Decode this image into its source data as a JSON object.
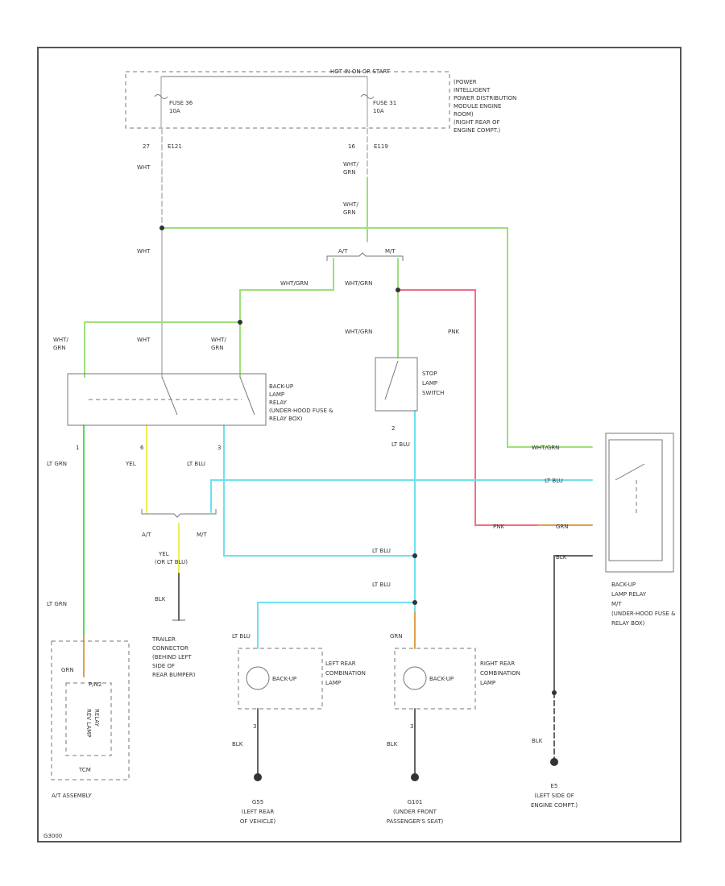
{
  "colors": {
    "wht": "#c8c8c8",
    "wht_grn": "#9de07a",
    "lt_grn": "#5bd75b",
    "lt_blu": "#6fe0f0",
    "pnk": "#ef6f8a",
    "yel": "#eeee55",
    "grn": "#e0a04c",
    "blk": "#555555"
  },
  "fuse_box": {
    "header": "HOT IN ON OR START",
    "fuse_a": [
      "FUSE 36",
      "10A"
    ],
    "fuse_b": [
      "FUSE 31",
      "10A"
    ],
    "label": [
      "(POWER",
      "INTELLIGENT",
      "POWER DISTRIBUTION",
      "MODULE ENGINE",
      "ROOM)",
      "(RIGHT REAR OF",
      "ENGINE COMPT.)"
    ]
  },
  "pins": {
    "left_pin": "27",
    "left_conn": "E121",
    "right_pin": "16",
    "right_conn": "E119",
    "relay_out_1": "1",
    "relay_out_2": "6",
    "relay_out_3": "3",
    "stop_out": "2",
    "bulb_l": "3",
    "bulb_r": "3"
  },
  "wires": {
    "wht_1": "WHT",
    "wht_grn_1": [
      "WHT/",
      "GRN"
    ],
    "wht_grn_2": [
      "WHT/",
      "GRN"
    ],
    "wht_2": "WHT",
    "wht_grn_3": "WHT/GRN",
    "wht_grn_4": "WHT/GRN",
    "wht_grn_5": [
      "WHT/",
      "GRN"
    ],
    "wht_3": "WHT",
    "wht_grn_6": [
      "WHT/",
      "GRN"
    ],
    "wht_grn_7": "WHT/GRN",
    "pnk": "PNK",
    "lt_grn_1": "LT GRN",
    "yel": "YEL",
    "lt_blu_1": "LT BLU",
    "lt_blu_2": "LT BLU",
    "wht_grn_8": "WHT/GRN",
    "lt_blu_3": "LT BLU",
    "pnk_2": "PNK",
    "grn": "GRN",
    "blk_1": "BLK",
    "lt_blu_4": "LT BLU",
    "lt_blu_5": "LT BLU",
    "yel_or": [
      "YEL",
      "(OR LT BLU)"
    ],
    "blk_2": "BLK",
    "lt_grn_2": "LT GRN",
    "lt_blu_6": "LT BLU",
    "grn_2": "GRN",
    "grn_3": "GRN",
    "blk_3": "BLK",
    "blk_4": "BLK",
    "blk_5": "BLK"
  },
  "branch": {
    "at": "A/T",
    "mt": "M/T",
    "at_2": "A/T",
    "mt_2": "M/T"
  },
  "components": {
    "backup_relay": [
      "BACK-UP",
      "LAMP",
      "RELAY",
      "(UNDER-HOOD FUSE &",
      "RELAY BOX)"
    ],
    "stop_switch": [
      "STOP",
      "LAMP",
      "SWITCH"
    ],
    "relay_mt": [
      "BACK-UP",
      "LAMP RELAY",
      "M/T",
      "(UNDER-HOOD FUSE &",
      "RELAY BOX)"
    ],
    "trailer": [
      "TRAILER",
      "CONNECTOR",
      "(BEHIND LEFT",
      "SIDE OF",
      "REAR BUMPER)"
    ],
    "left_lamp_bulb": "BACK-UP",
    "left_lamp": [
      "LEFT REAR",
      "COMBINATION",
      "LAMP"
    ],
    "right_lamp_bulb": "BACK-UP",
    "right_lamp": [
      "RIGHT REAR",
      "COMBINATION",
      "LAMP"
    ],
    "tcm": "TCM",
    "tcm_pin": "P/N2",
    "tcm_inner": [
      "REV LAMP",
      "RELAY"
    ],
    "at_assy": "A/T ASSEMBLY"
  },
  "grounds": {
    "g1": [
      "G55",
      "(LEFT REAR",
      "OF VEHICLE)"
    ],
    "g2": [
      "G101",
      "(UNDER FRONT",
      "PASSENGER'S SEAT)"
    ],
    "g3": [
      "E5",
      "(LEFT SIDE OF",
      "ENGINE COMPT.)"
    ]
  },
  "footer_code": "G3000"
}
